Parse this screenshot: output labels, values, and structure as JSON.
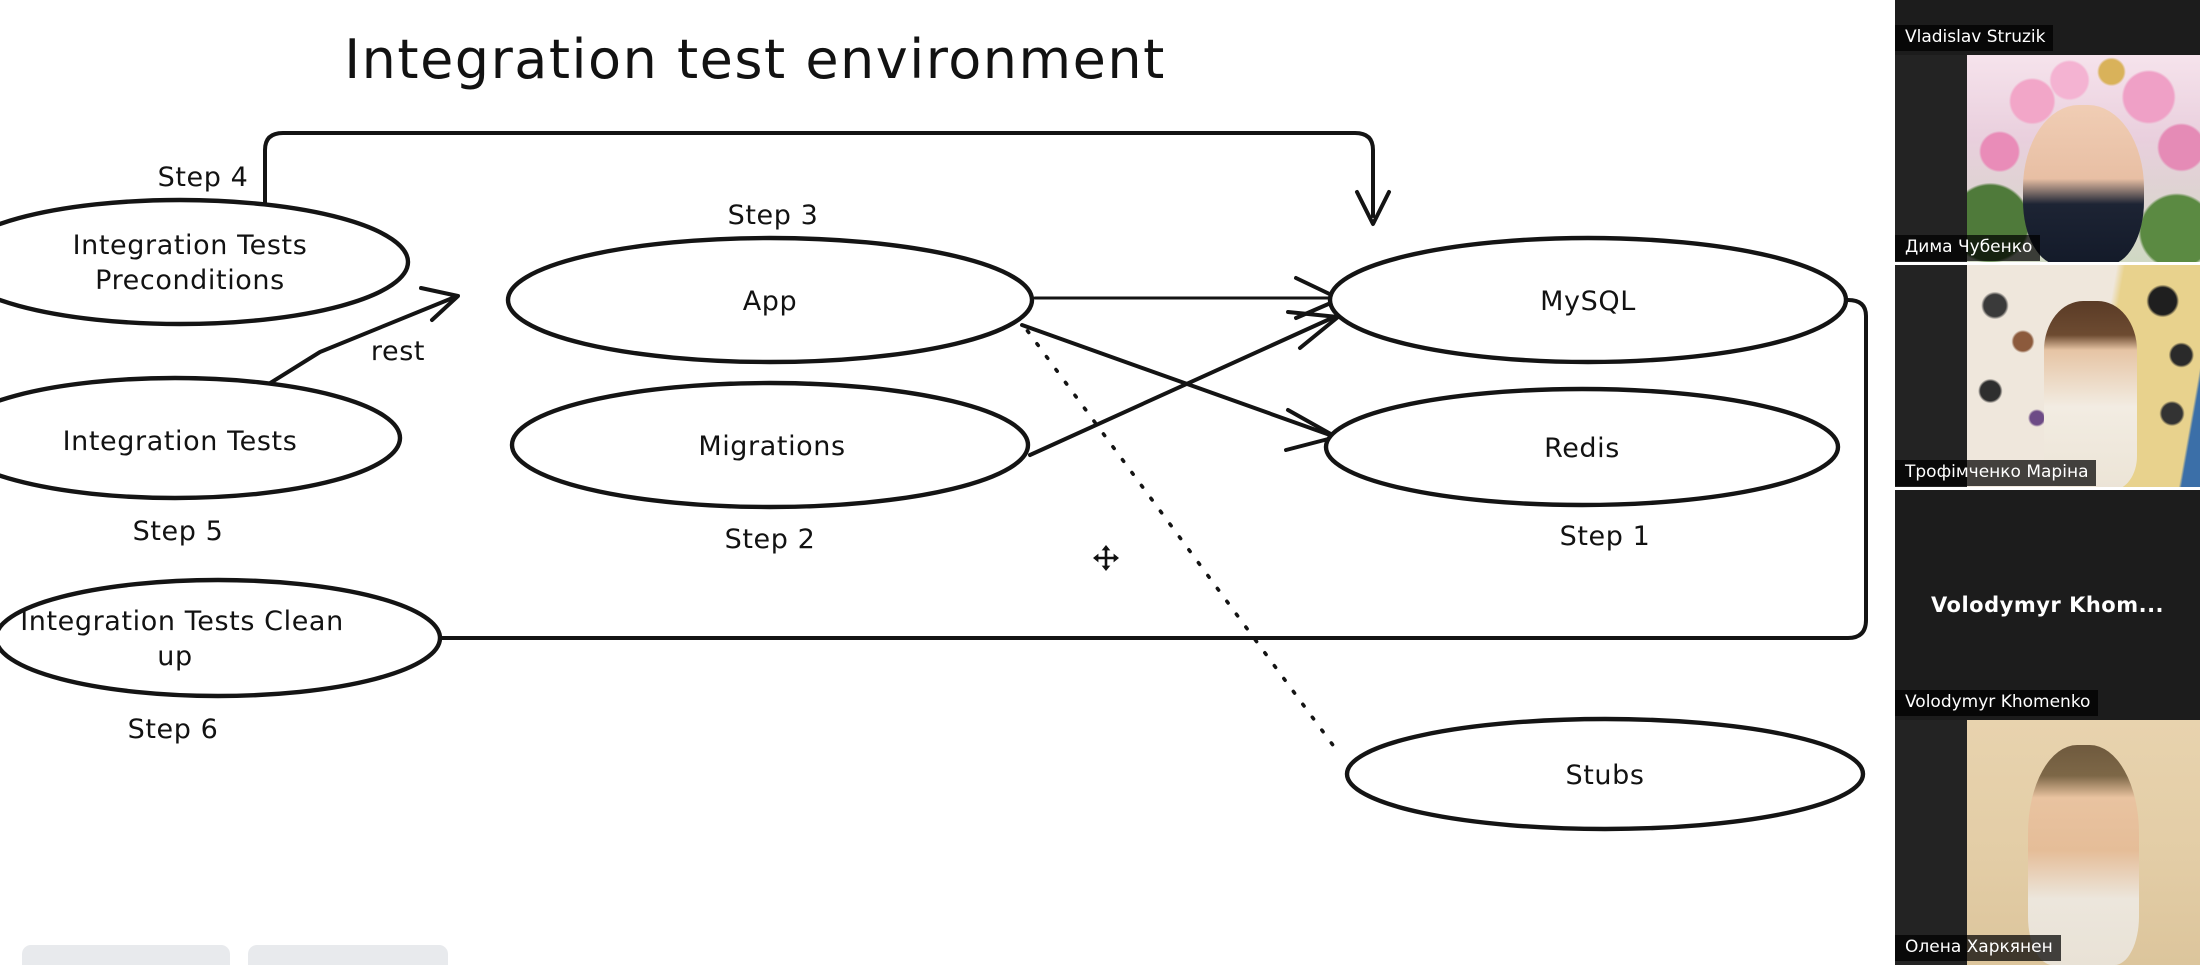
{
  "board": {
    "title": "Integration test environment",
    "cursor_icon": "move-cursor-icon",
    "nodes": [
      {
        "id": "preconditions",
        "label": "Integration Tests\nPreconditions",
        "line1": "Integration Tests",
        "line2": "Preconditions"
      },
      {
        "id": "integration-tests",
        "label": "Integration Tests"
      },
      {
        "id": "cleanup",
        "label": "Integration Tests Clean\nup",
        "line1": "Integration Tests Clean",
        "line2": "up"
      },
      {
        "id": "app",
        "label": "App"
      },
      {
        "id": "migrations",
        "label": "Migrations"
      },
      {
        "id": "mysql",
        "label": "MySQL"
      },
      {
        "id": "redis",
        "label": "Redis"
      },
      {
        "id": "stubs",
        "label": "Stubs"
      }
    ],
    "step_labels": [
      {
        "id": "step-1",
        "text": "Step 1"
      },
      {
        "id": "step-2",
        "text": "Step 2"
      },
      {
        "id": "step-3",
        "text": "Step 3"
      },
      {
        "id": "step-4",
        "text": "Step 4"
      },
      {
        "id": "step-5",
        "text": "Step 5"
      },
      {
        "id": "step-6",
        "text": "Step 6"
      }
    ],
    "edge_labels": [
      {
        "id": "rest",
        "text": "rest"
      }
    ],
    "colors": {
      "ink": "#141414",
      "canvas": "#ffffff",
      "toolbar": "#e8eaed"
    }
  },
  "sidebar": {
    "background": "#1c1c1c",
    "participants": [
      {
        "name": "Vladislav Struzik",
        "has_video": false,
        "avatar_text": ""
      },
      {
        "name": "Дима Чубенко",
        "has_video": true,
        "avatar_text": ""
      },
      {
        "name": "Трофімченко Маріна",
        "has_video": true,
        "avatar_text": ""
      },
      {
        "name": "Volodymyr Khomenko",
        "has_video": false,
        "avatar_text": "Volodymyr  Khom..."
      },
      {
        "name": "Олена Харкянен",
        "has_video": true,
        "avatar_text": ""
      }
    ]
  }
}
